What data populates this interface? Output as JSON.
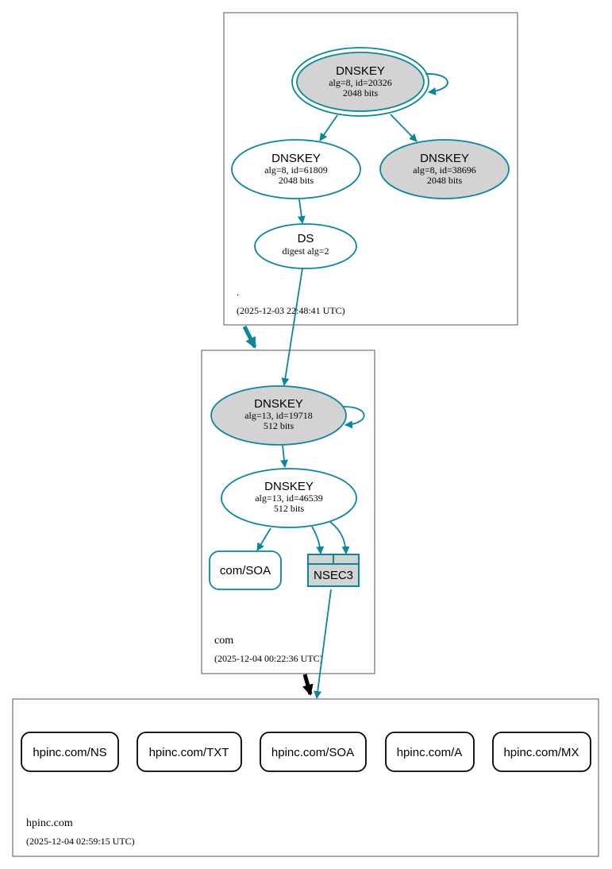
{
  "colors": {
    "edge": "#0a879a",
    "keyFill": "#d3d3d3",
    "zoneBorder": "#555555",
    "black": "#000000"
  },
  "root": {
    "name": ".",
    "time": "(2025-12-03 22:48:41 UTC)"
  },
  "com": {
    "name": "com",
    "time": "(2025-12-04 00:22:36 UTC)"
  },
  "hpinc": {
    "name": "hpinc.com",
    "time": "(2025-12-04 02:59:15 UTC)"
  },
  "nodes": {
    "root_ksk": {
      "title": "DNSKEY",
      "l1": "alg=8, id=20326",
      "l2": "2048 bits"
    },
    "root_zsk": {
      "title": "DNSKEY",
      "l1": "alg=8, id=61809",
      "l2": "2048 bits"
    },
    "root_k3": {
      "title": "DNSKEY",
      "l1": "alg=8, id=38696",
      "l2": "2048 bits"
    },
    "ds": {
      "title": "DS",
      "l1": "digest alg=2"
    },
    "com_ksk": {
      "title": "DNSKEY",
      "l1": "alg=13, id=19718",
      "l2": "512 bits"
    },
    "com_zsk": {
      "title": "DNSKEY",
      "l1": "alg=13, id=46539",
      "l2": "512 bits"
    },
    "com_soa": {
      "label": "com/SOA"
    },
    "nsec3": {
      "label": "NSEC3"
    }
  },
  "rrsets": [
    "hpinc.com/NS",
    "hpinc.com/TXT",
    "hpinc.com/SOA",
    "hpinc.com/A",
    "hpinc.com/MX"
  ]
}
